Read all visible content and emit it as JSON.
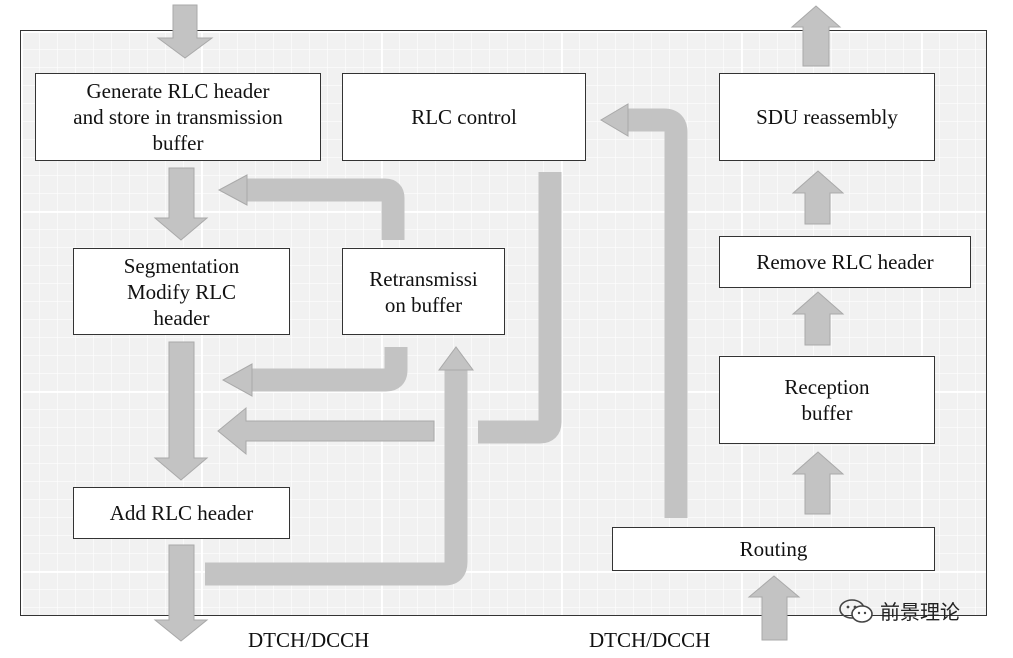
{
  "boxes": {
    "generate_header": "Generate RLC header\nand store in transmission\nbuffer",
    "rlc_control": "RLC control",
    "sdu_reassembly": "SDU reassembly",
    "segmentation": "Segmentation\nModify RLC\nheader",
    "retransmission_buffer": "Retransmissi\non buffer",
    "remove_header": "Remove RLC header",
    "reception_buffer": "Reception\nbuffer",
    "add_header": "Add RLC header",
    "routing": "Routing"
  },
  "labels": {
    "left_channel": "DTCH/DCCH",
    "right_channel": "DTCH/DCCH"
  },
  "watermark": "前景理论",
  "colors": {
    "arrow_fill": "#c3c3c3",
    "arrow_stroke": "#a9a9a9",
    "box_border": "#333333",
    "grid_background": "#f1f1f1"
  }
}
